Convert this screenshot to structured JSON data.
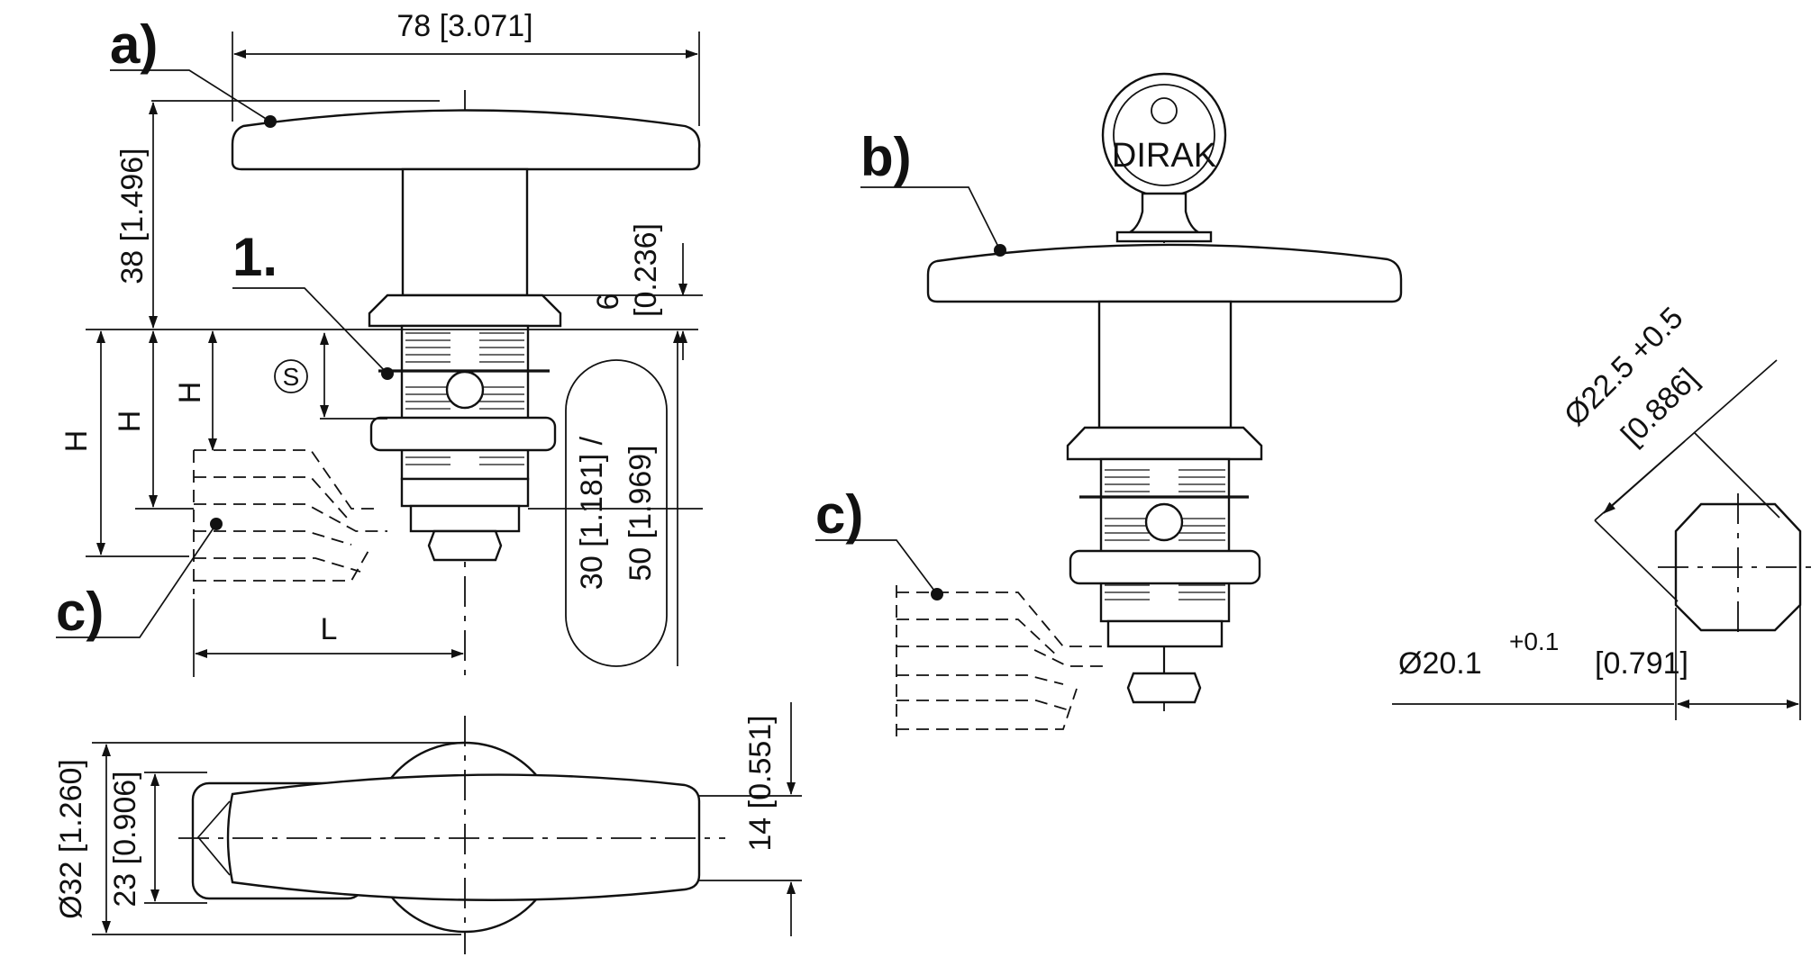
{
  "labels": {
    "a": "a)",
    "b": "b)",
    "c1": "c)",
    "c2": "c)",
    "one": "1."
  },
  "brand": "DIRAK",
  "symbol_s": "S",
  "dims": {
    "width_78": "78 [3.071]",
    "height_38": "38 [1.496]",
    "six": "6",
    "six_in": "[0.236]",
    "h1": "H",
    "h2": "H",
    "h3": "H",
    "l": "L",
    "len_30": "30 [1.181] /",
    "len_50": "50 [1.969]",
    "dia_32": "Ø32 [1.260]",
    "dia_23": "23 [0.906]",
    "w_14": "14 [0.551]",
    "cut_225": "Ø22.5 +0.5",
    "cut_225_in": "[0.886]",
    "cut_201": "Ø20.1",
    "cut_201_tol": "+0.1",
    "cut_201_in": "[0.791]"
  }
}
